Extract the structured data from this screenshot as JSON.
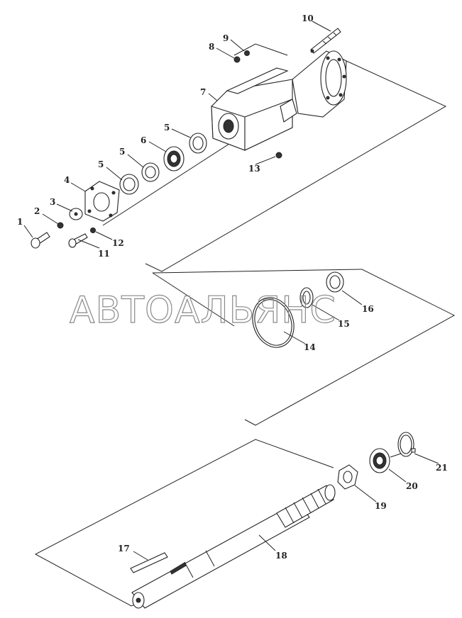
{
  "watermark": "АВТОАЛЬЯНС",
  "callouts": [
    "1",
    "2",
    "3",
    "4",
    "5",
    "5",
    "6",
    "5",
    "7",
    "8",
    "9",
    "10",
    "11",
    "12",
    "13",
    "14",
    "15",
    "16",
    "17",
    "18",
    "19",
    "20",
    "21"
  ]
}
